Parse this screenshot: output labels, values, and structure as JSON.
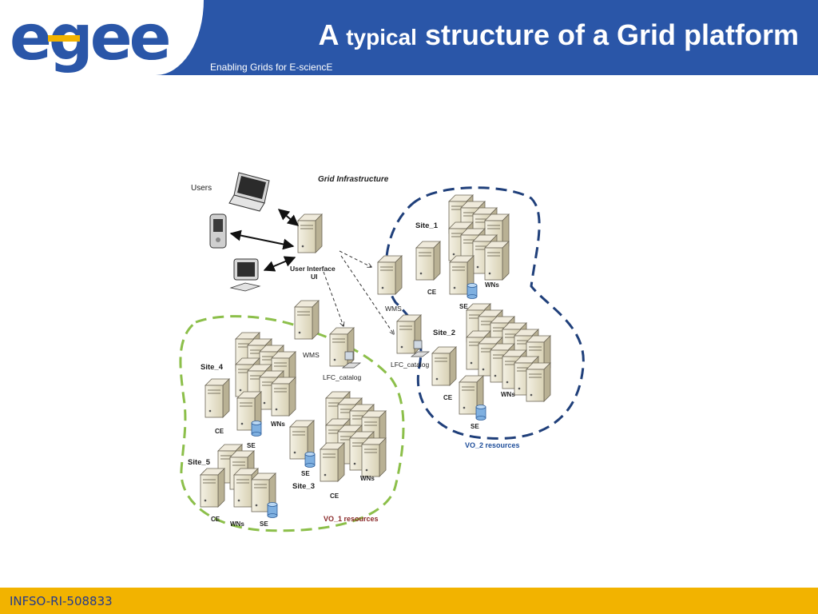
{
  "header": {
    "logo_text": "egee",
    "title_prefix": "A",
    "title_emphasis": "typical",
    "title_rest": "structure of a Grid platform",
    "tagline": "Enabling Grids for E-sciencE"
  },
  "footer": {
    "code": "INFSO-RI-508833"
  },
  "colors": {
    "header_blue": "#2a56a8",
    "footer_gold": "#f2b300",
    "vo2_border": "#1f3f7a",
    "vo1_border": "#8cbf4a",
    "vo2_label": "#1f4e9a",
    "vo1_label": "#8a2a2a"
  },
  "diagram": {
    "title": "Grid Infrastructure",
    "users_label": "Users",
    "ui_label_line1": "User Interface",
    "ui_label_line2": "UI",
    "wms_label": "WMS",
    "wms_label_2": "WMS",
    "lfc_label": "LFC_catalog",
    "lfc_label_2": "LFC_catalog",
    "site1": "Site_1",
    "site2": "Site_2",
    "site3": "Site_3",
    "site4": "Site_4",
    "site5": "Site_5",
    "ce": "CE",
    "se": "SE",
    "wns": "WNs",
    "vo1": "VO_1 resources",
    "vo2": "VO_2 resources"
  }
}
